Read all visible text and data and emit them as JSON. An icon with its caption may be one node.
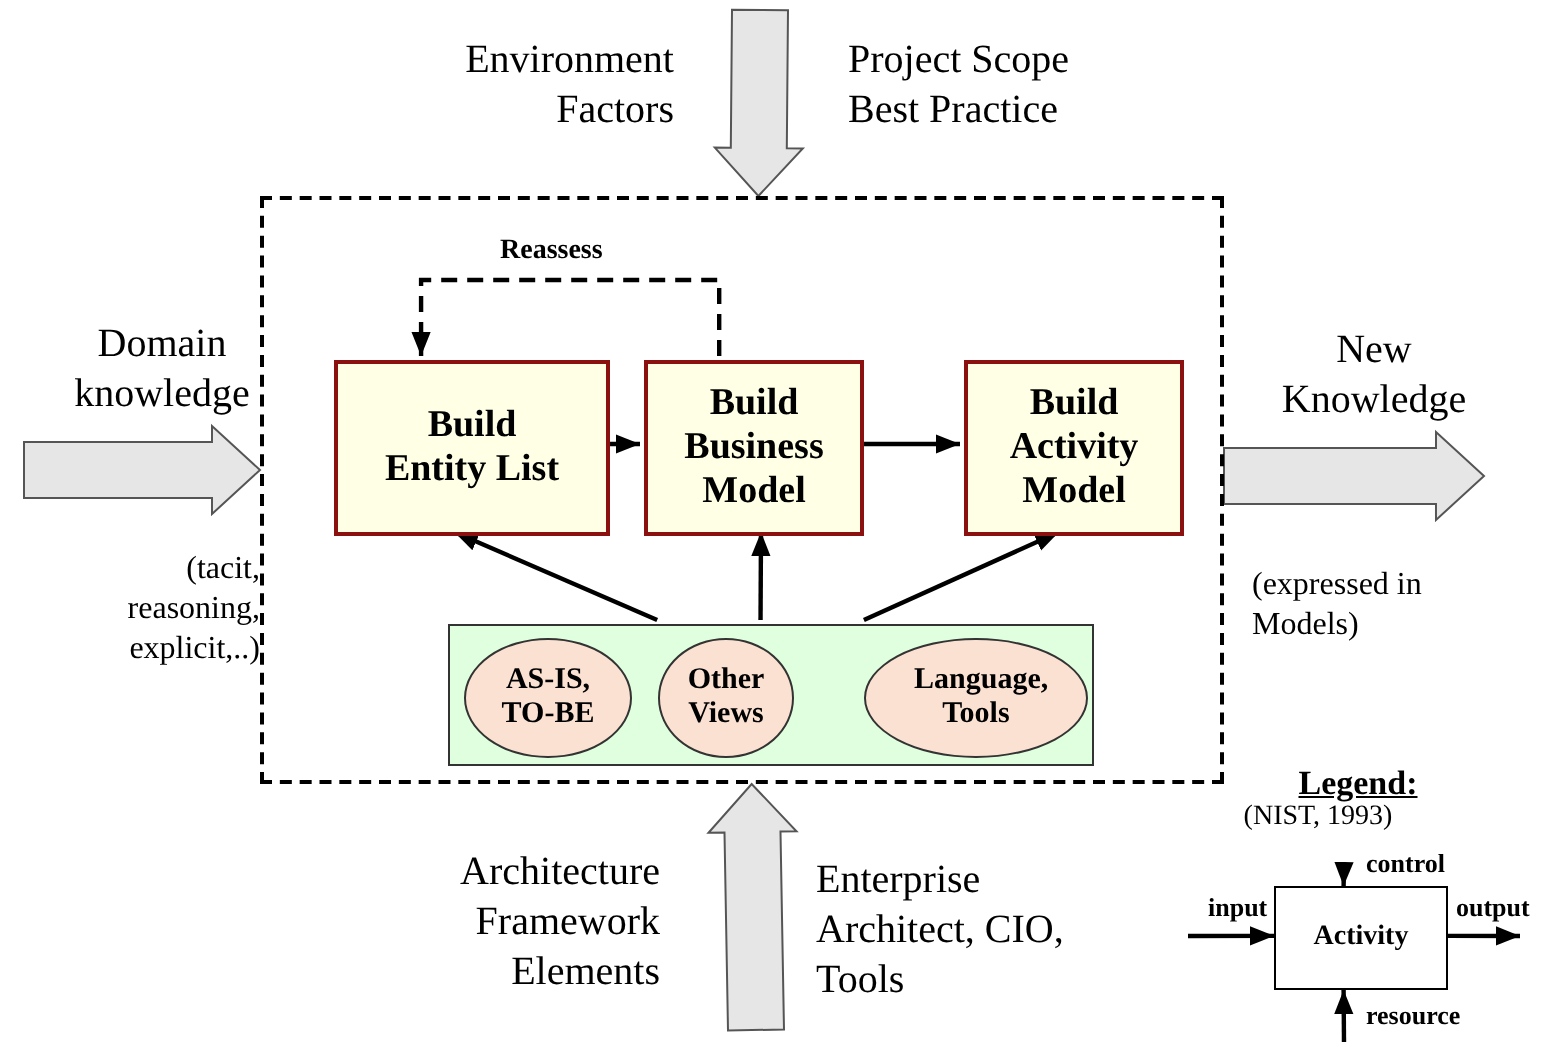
{
  "diagram": {
    "nodes": [
      {
        "text": [],
        "shape": "box"
      },
      {
        "text": [
          "Build Entity List"
        ],
        "in": 0
      },
      {
        "text": [
          "Build Business Model"
        ],
        "in": 0
      },
      {
        "text": [
          "Build Activity Model"
        ],
        "in": 0
      },
      {
        "text": [],
        "shape": "box",
        "in": 0
      },
      {
        "text": [
          "AS-IS, TO-BE"
        ],
        "in": 4
      },
      {
        "text": [
          "Other Views"
        ],
        "in": 4
      },
      {
        "text": [
          "Language, Tools"
        ],
        "in": 4
      },
      {
        "text": [
          "Activity"
        ]
      }
    ],
    "edges": [
      {
        "from": null,
        "to": 0,
        "arrow": "to",
        "style": "thick"
      },
      {
        "from": 0,
        "to": null,
        "arrow": "to",
        "style": "thick"
      },
      {
        "from": null,
        "to": 0,
        "arrow": "to",
        "style": "thick"
      },
      {
        "from": null,
        "to": 0,
        "arrow": "to",
        "style": "thick"
      },
      {
        "from": 1,
        "to": 2,
        "arrow": "to"
      },
      {
        "from": 2,
        "to": 3,
        "arrow": "to"
      },
      {
        "from": 2,
        "to": 1,
        "arrow": "to",
        "style": "dashed",
        "label": "Reassess"
      },
      {
        "from": 4,
        "to": 1,
        "arrow": "to"
      },
      {
        "from": 4,
        "to": 2,
        "arrow": "to"
      },
      {
        "from": 4,
        "to": 3,
        "arrow": "to"
      },
      {
        "from": null,
        "to": 8,
        "arrow": "to",
        "label": "input"
      },
      {
        "from": null,
        "to": 8,
        "arrow": "to",
        "label": "control"
      },
      {
        "from": 8,
        "to": null,
        "arrow": "to",
        "label": "output"
      },
      {
        "from": null,
        "to": 8,
        "arrow": "to",
        "label": "resource"
      }
    ],
    "labels": [
      "Environment Factors",
      "Project Scope Best Practice",
      "Domain knowledge",
      "New Knowledge",
      "(tacit, reasoning, explicit,..)",
      "(expressed in Models)",
      "Legend:",
      "(NIST, 1993)",
      "Architecture Framework Elements",
      "Enterprise Architect, CIO, Tools"
    ]
  }
}
